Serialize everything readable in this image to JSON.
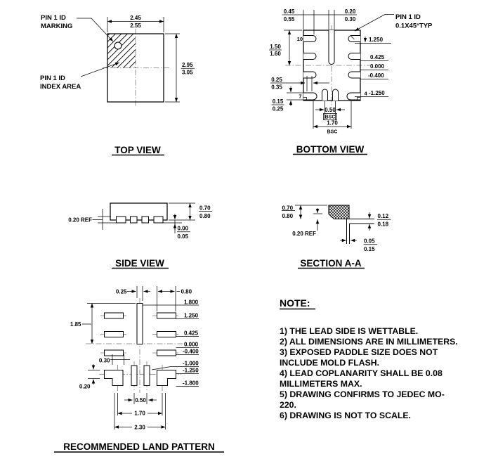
{
  "colors": {
    "ink": "#000000",
    "background": "#ffffff",
    "centerline": "#7a7a7a"
  },
  "top_view": {
    "title": "TOP VIEW",
    "pin1_marking_label": [
      "PIN 1 ID",
      "MARKING"
    ],
    "pin1_index_label": [
      "PIN 1 ID",
      "INDEX AREA"
    ],
    "dim_body_width": [
      "2.45",
      "2.55"
    ],
    "dim_body_height": [
      "2.95",
      "3.05"
    ]
  },
  "bottom_view": {
    "title": "BOTTOM VIEW",
    "pin1_label": [
      "PIN 1 ID",
      "0.1X45°TYP"
    ],
    "dim_lead_length": [
      "0.45",
      "0.55"
    ],
    "dim_slot_width": [
      "0.20",
      "0.30"
    ],
    "dim_half_body": [
      "1.50",
      "1.60"
    ],
    "dim_corner_lead_width": [
      "0.25",
      "0.35"
    ],
    "dim_corner_lead_height": [
      "0.15",
      "0.25"
    ],
    "coords": [
      "1.250",
      "0.425",
      "0.000",
      "-0.400",
      "-1.250"
    ],
    "pins": {
      "p10": "10",
      "p7": "7",
      "p4": "4"
    },
    "dim_pitch": [
      "0.50",
      "BSC"
    ],
    "dim_span": [
      "1.70",
      "BSC"
    ]
  },
  "side_view": {
    "title": "SIDE VIEW",
    "dim_lead_thickness": "0.20 REF",
    "dim_body_height": [
      "0.70",
      "0.80"
    ],
    "dim_standoff": [
      "0.00",
      "0.05"
    ]
  },
  "section_aa": {
    "title": "SECTION A-A",
    "dim_body_height": [
      "0.70",
      "0.80"
    ],
    "dim_lead_thickness": "0.20 REF",
    "dim_flank_height": [
      "0.12",
      "0.18"
    ],
    "dim_flank_depth": [
      "0.05",
      "0.15"
    ]
  },
  "land_pattern": {
    "title": "RECOMMENDED LAND PATTERN",
    "dim_center_pad_width": "0.25",
    "dim_pad_length": "0.80",
    "dim_height": "1.85",
    "dim_leg": "0.30",
    "dim_bar": "0.20",
    "coords": [
      "1.800",
      "1.250",
      "0.425",
      "0.000",
      "-0.400",
      "-1.000",
      "-1.250",
      "-1.800"
    ],
    "dim_pitch": "0.50",
    "dim_span_inner": "1.70",
    "dim_span_outer": "2.30"
  },
  "note": {
    "title": "NOTE:",
    "lines": [
      "1) THE LEAD SIDE IS WETTABLE.",
      "2) ALL DIMENSIONS ARE IN MILLIMETERS.",
      "3) EXPOSED PADDLE SIZE DOES NOT",
      "INCLUDE MOLD FLASH.",
      "4) LEAD COPLANARITY SHALL BE 0.08",
      "MILLIMETERS MAX.",
      "5) DRAWING CONFIRMS TO JEDEC MO-",
      "220.",
      "6) DRAWING IS NOT TO SCALE."
    ]
  }
}
